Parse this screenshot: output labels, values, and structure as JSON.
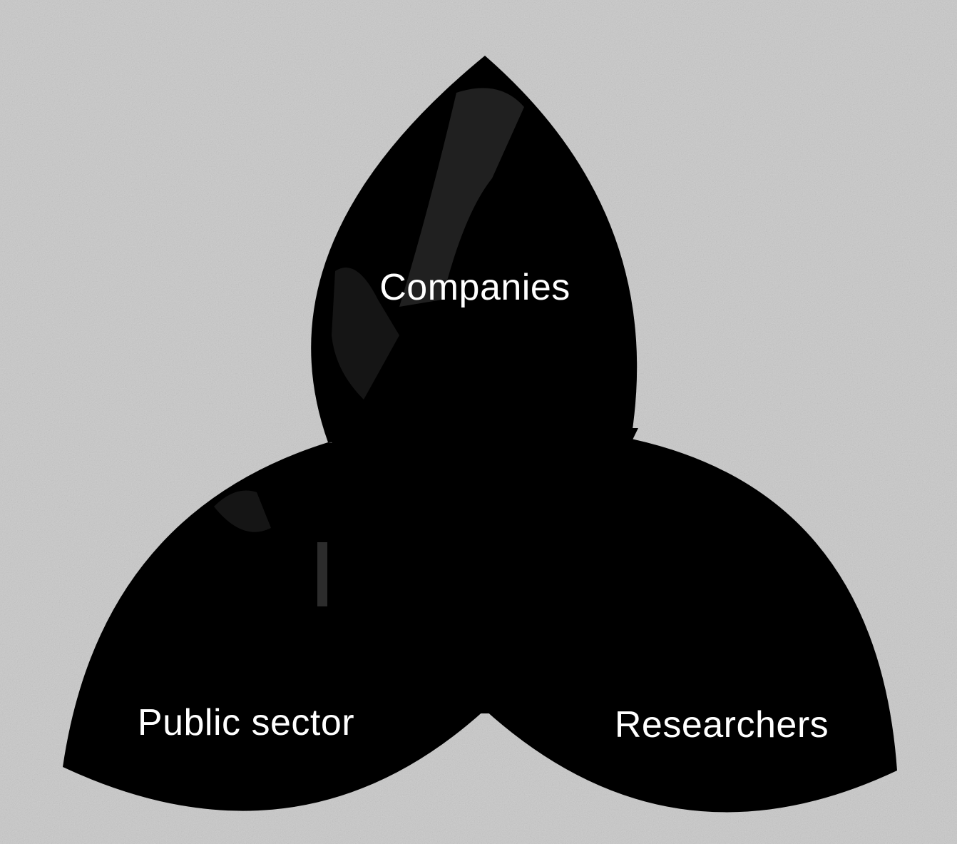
{
  "diagram": {
    "type": "triquetra",
    "colors": {
      "background": "#cfcfcf",
      "lobes": "#000000",
      "label_text": "#ffffff"
    },
    "lobes": [
      {
        "id": "top",
        "label": "Companies"
      },
      {
        "id": "bottom-left",
        "label": "Public sector"
      },
      {
        "id": "bottom-right",
        "label": "Researchers"
      }
    ]
  }
}
